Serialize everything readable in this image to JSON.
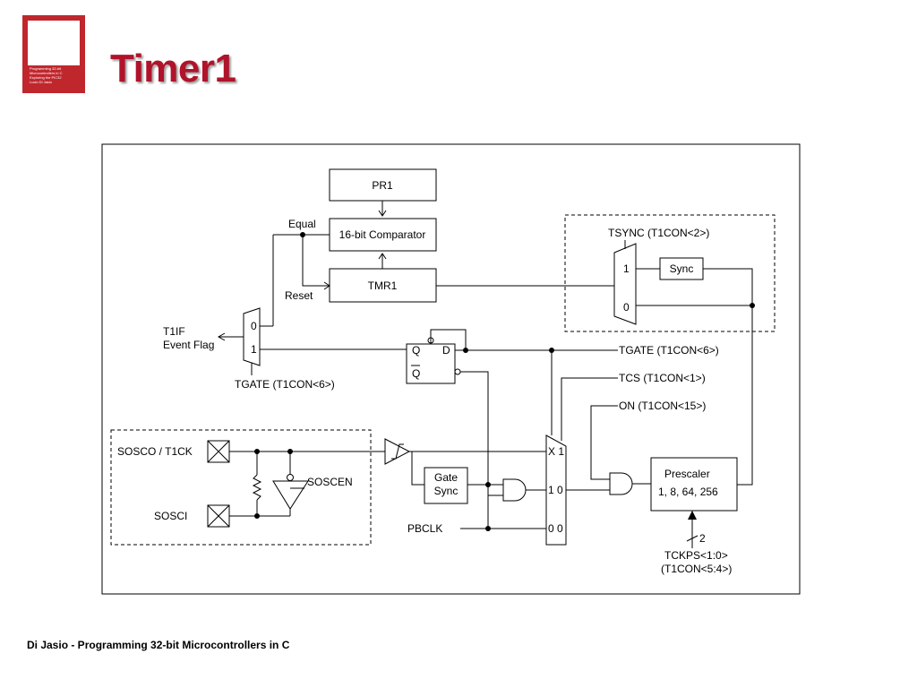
{
  "slide": {
    "title": "Timer1",
    "footer": "Di Jasio - Programming 32-bit Microcontrollers in C"
  },
  "cover": {
    "title": "Programming 32-bit Microcontrollers in C",
    "subtitle": "Exploring the PIC32",
    "author": "Lucio Di Jasio"
  },
  "diagram": {
    "pr1": "PR1",
    "comparator": "16-bit Comparator",
    "tmr1": "TMR1",
    "equal": "Equal",
    "reset": "Reset",
    "t1if_line1": "T1IF",
    "t1if_line2": "Event Flag",
    "mux_left_0": "0",
    "mux_left_1": "1",
    "tgate_bottom": "TGATE (T1CON<6>)",
    "tsync": "TSYNC (T1CON<2>)",
    "sync": "Sync",
    "mux_right_1": "1",
    "mux_right_0": "0",
    "ff_q": "Q",
    "ff_d": "D",
    "ff_qbar": "Q",
    "tgate_right": "TGATE (T1CON<6>)",
    "tcs": "TCS (T1CON<1>)",
    "on": "ON  (T1CON<15>)",
    "sosco": "SOSCO / T1CK",
    "sosci": "SOSCI",
    "soscen": "SOSCEN",
    "gate_line1": "Gate",
    "gate_line2": "Sync",
    "pbclk": "PBCLK",
    "mux_x1": "X 1",
    "mux_10": "1 0",
    "mux_00": "0 0",
    "prescaler_line1": "Prescaler",
    "prescaler_line2": "1,  8, 64, 256",
    "bus_width": "2",
    "tckps_line1": "TCKPS<1:0>",
    "tckps_line2": "(T1CON<5:4>)"
  }
}
